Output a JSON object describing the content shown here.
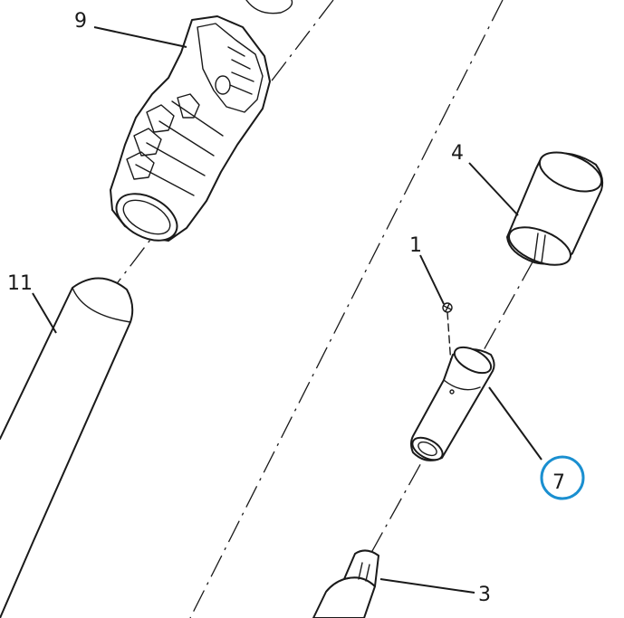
{
  "parts": [
    {
      "id": "label-9",
      "text": "9"
    },
    {
      "id": "label-4",
      "text": "4"
    },
    {
      "id": "label-1",
      "text": "1"
    },
    {
      "id": "label-11",
      "text": "11"
    },
    {
      "id": "label-7",
      "text": "7",
      "highlighted": true
    },
    {
      "id": "label-3",
      "text": "3"
    }
  ],
  "colors": {
    "line": "#1a1a1a",
    "highlight": "#1a8fd0",
    "background": "#ffffff"
  }
}
